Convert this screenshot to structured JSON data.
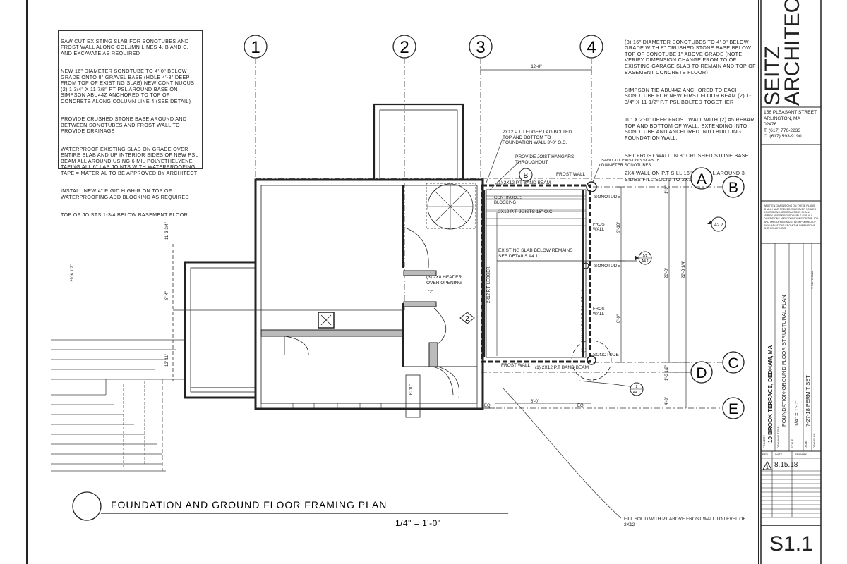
{
  "notes_left": [
    "SAW CUT EXISTING SLAB FOR SONOTUBES AND FROST WALL  ALONG COLUMN LINES 4, B AND C, AND EXCAVATE AS REQUIRED",
    "NEW 16\" DIAMETER SONOTUBE TO 4'-0\" BELOW GRADE ONTO 8\" GRAVEL BASE (HOLE 4'-8\" DEEP FROM TOP OF EXISTING SLAB) NEW CONTINUOUS (2) 1 3/4\" X 11 7/8\" PT PSL AROUND BASE ON SIMPSON ABU44Z ANCHORED TO TOP OF CONCRETE ALONG COLUMN LINE 4 (SEE DETAIL)",
    "PROVIDE CRUSHED STONE BASE AROUND AND BETWEEN SONOTUBES AND FROST WALL TO PROVIDE DRAINAGE",
    "WATERPROOF EXISTING SLAB ON GRADE OVER ENTIRE SLAB AND UP INTERIOR SIDES OF NEW PSL BEAM ALL AROUND USING 6 MIL POLYETHELYENE TAPING ALL 6\" LAP JOINTS WITH WATERPROOFING TAPE = MATERIAL TO BE APPROVED BY ARCHITECT",
    "INSTALL NEW 4\" RIGID HIGH-R ON TOP OF WATERPROOFING  ADD BLOCKING AS REQUIRED",
    "TOP OF JOISTS 1-3/4 BELOW BASEMENT FLOOR"
  ],
  "notes_right": [
    "(3)  16\" DIAMETER SONOTUBES TO 4'-0\" BELOW GRADE WITH 8\" CRUSHED STONE  BASE BELOW TOP OF SONOTUBE 1\" ABOVE GRADE (NOTE VERIFY DIMENSION CHANGE FROM TO OF EXISTING GARAGE SLAB TO REMAIN AND TOP OF BASEMENT CONCRETE FLOOR)",
    "SIMPSON TIE ABU44Z ANCHORED TO EACH SONOTUBE FOR NEW FIRST FLOOR BEAM (2) 1-3/4\" X 11-1/2\" P.T PSL BOLTED TOGETHER",
    "10\" X 2'-0\" DEEP FROST WALL WITH (2) #5 REBAR TOP AND BOTTOM OF WALL, EXTENDING INTO SONOTUBE AND ANCHORED INTO BUILDING FOUNDATION WALL.",
    "SET FROST WALL IN 8\" CRUSHED STONE BASE",
    "2X4 WALL ON P.T SILL 16\" O.C. ALL AROUND 3 SIDES FILL SOLID TO 2X12"
  ],
  "grid_columns": [
    "1",
    "2",
    "3",
    "4"
  ],
  "grid_rows": [
    "A",
    "B",
    "C",
    "D",
    "E"
  ],
  "dims": {
    "col_3_4": "12'-8\"",
    "left_a": "11'-3 3/4\"",
    "left_b": "29' 6 1/2\"",
    "left_c": "8'-4\"",
    "left_d": "12'-11\"",
    "r_a": "1'-9\"",
    "r_b": "9'-10\"",
    "r_c": "8'-0\"",
    "r_d": "20'-0\"",
    "r_e": "22'-3 1/4\"",
    "r_f": "1'-3 1/2\"",
    "r_g": "4'-3\"",
    "bot_a": "6'-10\"",
    "bot_b": "8'-0\"",
    "eq1": "EQ",
    "eq2": "EQ"
  },
  "callouts": {
    "ledger_lag": "2X12 P.T. LEDGER LAG BOLTED TOP AND BOTTOM TO FOUNDATION WALL 3'-0\" O.C.",
    "joist_hangars": "PROVIDE JOIST HANGARS THROUGHOUT",
    "saw_cut": "SAW CUT EXISTING SLAB 16\" DIAMETER SONOTUBES",
    "frost_wall_top": "FROST WALL",
    "band_beam_top": "(1) 2X12 P.T BAND BEAM",
    "sonotube1": "SONOTUDE",
    "continuous_blocking": "CONTINUOUS BLOCKING",
    "joists": "2X12 P.T. JOISTS 16\" O.C.",
    "frost_wall_mid": "FROST WALL",
    "existing_slab": "EXISTING SLAB BELOW REMAINS SEE DETAILS A4.1",
    "sonotube2": "SONOTUDE",
    "psl_beam": "(2) 1 3/4 X 11 7/8 P.T. PSL BEAM",
    "frost_wall_low": "FROST WALL",
    "sonotube3": "SONOTUDE",
    "frost_wall_bottom": "FROST WALL",
    "band_beam_bottom": "(1) 2X12 P.T BAND BEAM",
    "ledger_vertical": "2X12 P.T. LEDGER",
    "header": "(3) 2X8 HEADER OVER OPENING",
    "header_2": "\"2\"",
    "fill_solid": "FILL SOLID WITH PT ABOVE FROST WALL TO LEVEL OF 2X12",
    "tag_b": "B",
    "tag_2": "2",
    "det_a22": "A2.2",
    "det_12": "1/2",
    "det_a41": "A4.1",
    "det_2": "2",
    "det_a41b": "A4.1"
  },
  "drawing_title": "FOUNDATION AND GROUND FLOOR FRAMING PLAN",
  "drawing_scale": "1/4\"  =  1'-0\"",
  "title_block": {
    "firm_line1": "SEITZ",
    "firm_line2": "ARCHITECTS",
    "address": [
      "156 PLEASANT STREET",
      "ARLINGTON, MA",
      "02476",
      "T. (617) 776-2233",
      "C. (617) 593-9190"
    ],
    "disclaimer": "WRITTEN DIMENSIONS ON THESE PLANS SHALL HAVE PRECEDENCE OVER SCALED DIMENSIONS. CONTRACTORS SHALL VERIFY AND BE RESPONSIBLE FOR ALL DIMENSIONS AND CONDITIONS ON THE JOB AND THIS OFFICE MUST BE INFORMED OF ANY VARIATIONS FROM THE DIMENSIONS AND CONDITIONS",
    "copyright": "© SEITZ 2018",
    "project_label": "PROJECT:",
    "project": "10 BROOK TERRACE, DEDHAM, MA",
    "drawing_title_label": "DRAWING TITLE:",
    "drawing_title": "FOUNDATION-GROUND FLOOR STRUCTURAL PLAN",
    "scale_label": "SCALE:",
    "scale": "1/4\" = 1'-0\"",
    "date_label": "DATE:",
    "date": "7-27-18  PERMIT SET",
    "drawn_label": "DRAWN BY:",
    "rev_headers": [
      "REV.",
      "DATE",
      "REMARK"
    ],
    "rev_date": "8.15.18",
    "sheet": "S1.1"
  }
}
